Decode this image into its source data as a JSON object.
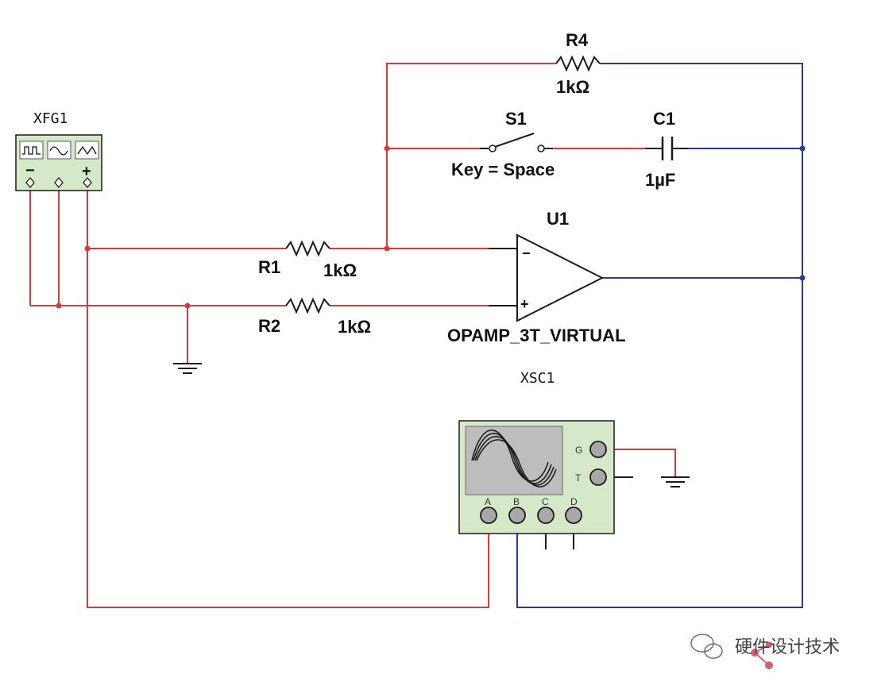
{
  "colors": {
    "wire_red": "#d93a3a",
    "wire_blue": "#2a3a9a",
    "component_stroke": "#1a1a1a",
    "instrument_fill": "#d5e8c8",
    "scope_screen": "#bdbdbd",
    "node_red": "#d93a3a",
    "node_blue": "#2a3a9a"
  },
  "components": {
    "function_generator": {
      "ref": "XFG1",
      "terminal_minus": "−",
      "terminal_plus": "+"
    },
    "r4": {
      "ref": "R4",
      "value": "1kΩ"
    },
    "s1": {
      "ref": "S1",
      "key": "Key = Space"
    },
    "c1": {
      "ref": "C1",
      "value": "1µF"
    },
    "u1": {
      "ref": "U1",
      "model": "OPAMP_3T_VIRTUAL",
      "pin_inverting": "−",
      "pin_noninverting": "+"
    },
    "r1": {
      "ref": "R1",
      "value": "1kΩ"
    },
    "r2": {
      "ref": "R2",
      "value": "1kΩ"
    },
    "oscilloscope": {
      "ref": "XSC1",
      "terminal_g": "G",
      "terminal_t": "T",
      "channel_a": "A",
      "channel_b": "B",
      "channel_c": "C",
      "channel_d": "D"
    }
  },
  "watermark": {
    "text": "硬件设计技术"
  }
}
